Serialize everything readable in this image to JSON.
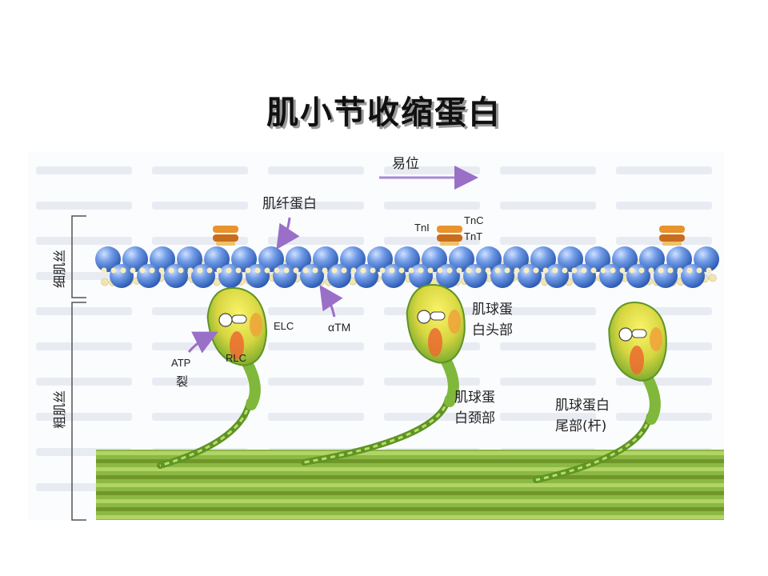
{
  "title": "肌小节收缩蛋白",
  "labels": {
    "displacement": "易位",
    "tropomyosin_fiber": "肌纤蛋白",
    "tni": "TnI",
    "tnc": "TnC",
    "tnt": "TnT",
    "elc": "ELC",
    "rlc": "RLC",
    "alpha_tm": "αTM",
    "atp": "ATP",
    "atp_split": "裂",
    "head_1": "肌球蛋",
    "head_2": "白头部",
    "neck_1": "肌球蛋",
    "neck_2": "白颈部",
    "tail_1": "肌球蛋白",
    "tail_2": "尾部(杆)",
    "thin_filament": "细肌丝",
    "thick_filament": "粗肌丝"
  },
  "colors": {
    "actin_blue": "#4d7fd6",
    "tropomyosin_cream": "#f2e6b0",
    "troponin_orange": "#e8932c",
    "myosin_green": "#7fb83a",
    "myosin_yellow": "#e8e04a",
    "arrow_purple": "#9a6fc8"
  }
}
